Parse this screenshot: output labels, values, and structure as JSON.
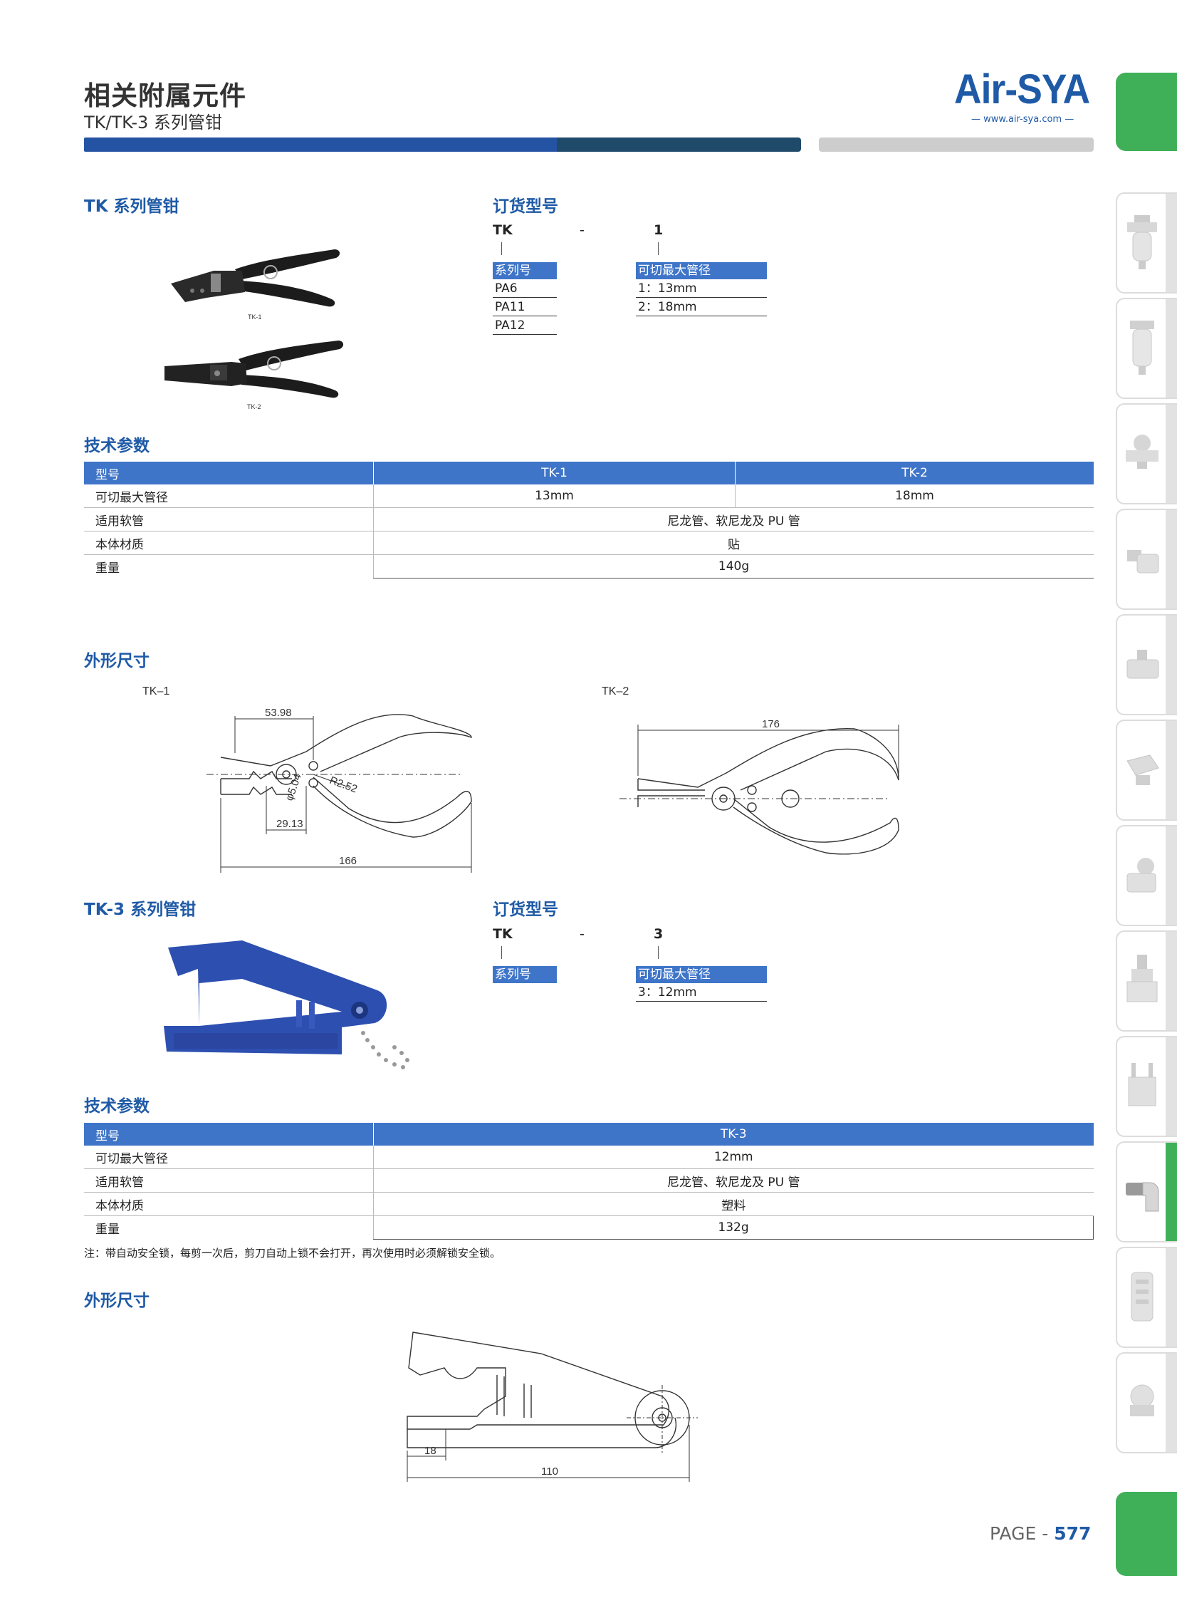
{
  "header": {
    "title": "相关附属元件",
    "subtitle": "TK/TK-3 系列管钳",
    "logo": "Air-SYA",
    "logo_url": "— www.air-sya.com —"
  },
  "colors": {
    "brand_blue": "#1f5aa6",
    "table_head": "#3f75c8",
    "tab_green": "#3fb057"
  },
  "tk": {
    "section_title": "TK 系列管钳",
    "photo_labels": [
      "TK-1",
      "TK-2"
    ],
    "order": {
      "title": "订货型号",
      "code_prefix": "TK",
      "code_dash": "-",
      "code_suffix": "1",
      "series_head": "系列号",
      "series_items": [
        "PA6",
        "PA11",
        "PA12"
      ],
      "max_head": "可切最大管径",
      "max_items": [
        "1：13mm",
        "2：18mm"
      ]
    },
    "spec": {
      "title": "技术参数",
      "head_label": "型号",
      "models": [
        "TK-1",
        "TK-2"
      ],
      "rows": [
        {
          "label": "可切最大管径",
          "values": [
            "13mm",
            "18mm"
          ]
        },
        {
          "label": "适用软管",
          "values": [
            "尼龙管、软尼龙及 PU 管"
          ]
        },
        {
          "label": "本体材质",
          "values": [
            "贴"
          ]
        },
        {
          "label": "重量",
          "values": [
            "140g"
          ]
        }
      ]
    },
    "dims": {
      "title": "外形尺寸",
      "tk1_label": "TK–1",
      "tk2_label": "TK–2",
      "tk1_values": {
        "top": "53.98",
        "mid": "29.13",
        "total": "166",
        "dia": "φ5.04",
        "radius": "R2.52"
      },
      "tk2_values": {
        "total": "176"
      }
    }
  },
  "tk3": {
    "section_title": "TK-3 系列管钳",
    "order": {
      "title": "订货型号",
      "code_prefix": "TK",
      "code_dash": "-",
      "code_suffix": "3",
      "series_head": "系列号",
      "max_head": "可切最大管径",
      "max_items": [
        "3：12mm"
      ]
    },
    "spec": {
      "title": "技术参数",
      "head_label": "型号",
      "models": [
        "TK-3"
      ],
      "rows": [
        {
          "label": "可切最大管径",
          "values": [
            "12mm"
          ]
        },
        {
          "label": "适用软管",
          "values": [
            "尼龙管、软尼龙及 PU 管"
          ]
        },
        {
          "label": "本体材质",
          "values": [
            "塑料"
          ]
        },
        {
          "label": "重量",
          "values": [
            "132g"
          ]
        }
      ]
    },
    "note": "注：带自动安全锁，每剪一次后，剪刀自动上锁不会打开，再次使用时必须解锁安全锁。",
    "dims": {
      "title": "外形尺寸",
      "values": {
        "small": "18",
        "total": "110"
      }
    }
  },
  "footer": {
    "page_prefix": "PAGE - ",
    "page_number": "577"
  }
}
